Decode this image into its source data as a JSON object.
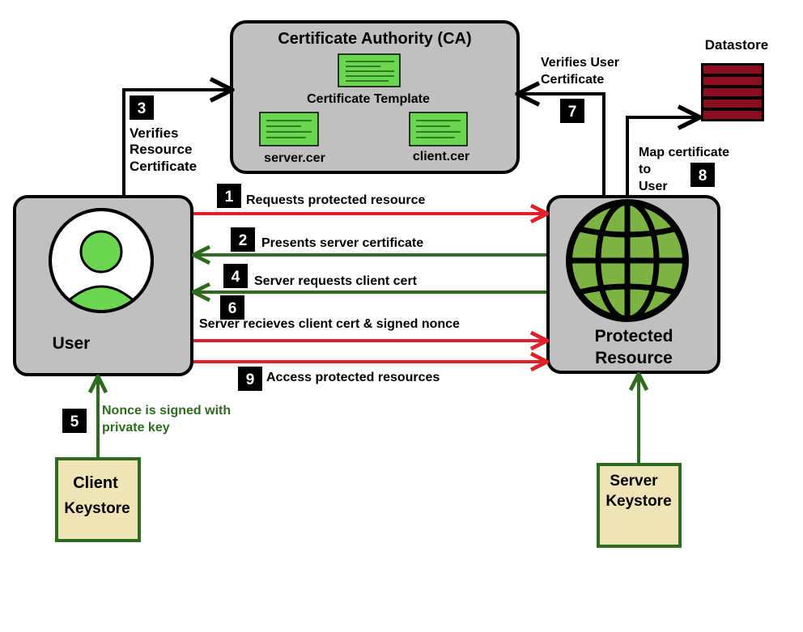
{
  "nodes": {
    "ca": {
      "title": "Certificate Authority (CA)",
      "template_label": "Certificate Template",
      "server_cer": "server.cer",
      "client_cer": "client.cer"
    },
    "user": {
      "label": "User"
    },
    "resource": {
      "line1": "Protected",
      "line2": "Resource"
    },
    "datastore": {
      "label": "Datastore"
    },
    "client_keystore": {
      "line1": "Client",
      "line2": "Keystore"
    },
    "server_keystore": {
      "line1": "Server",
      "line2": "Keystore"
    }
  },
  "steps": [
    {
      "num": "1",
      "text": [
        "Requests protected resource"
      ]
    },
    {
      "num": "2",
      "text": [
        "Presents server certificate"
      ]
    },
    {
      "num": "3",
      "text": [
        "Verifies",
        "Resource",
        "Certificate"
      ]
    },
    {
      "num": "4",
      "text": [
        "Server requests client cert"
      ]
    },
    {
      "num": "5",
      "text": [
        "Nonce is signed with",
        "private key"
      ]
    },
    {
      "num": "6",
      "text": [
        "Server recieves client cert & signed nonce"
      ]
    },
    {
      "num": "7",
      "text": [
        "Verifies User",
        "Certificate"
      ]
    },
    {
      "num": "8",
      "text": [
        "Map certificate",
        "to",
        "User"
      ]
    },
    {
      "num": "9",
      "text": [
        "Access protected resources"
      ]
    }
  ],
  "colors": {
    "red_arrow": "#e0212b",
    "green_arrow": "#2e6b1f",
    "node_fill": "#c0c0c0",
    "cert_green": "#6bd64f",
    "globe_green": "#7cb342",
    "keystore_fill": "#f0e4b6",
    "datastore_red": "#8b0d1e"
  }
}
